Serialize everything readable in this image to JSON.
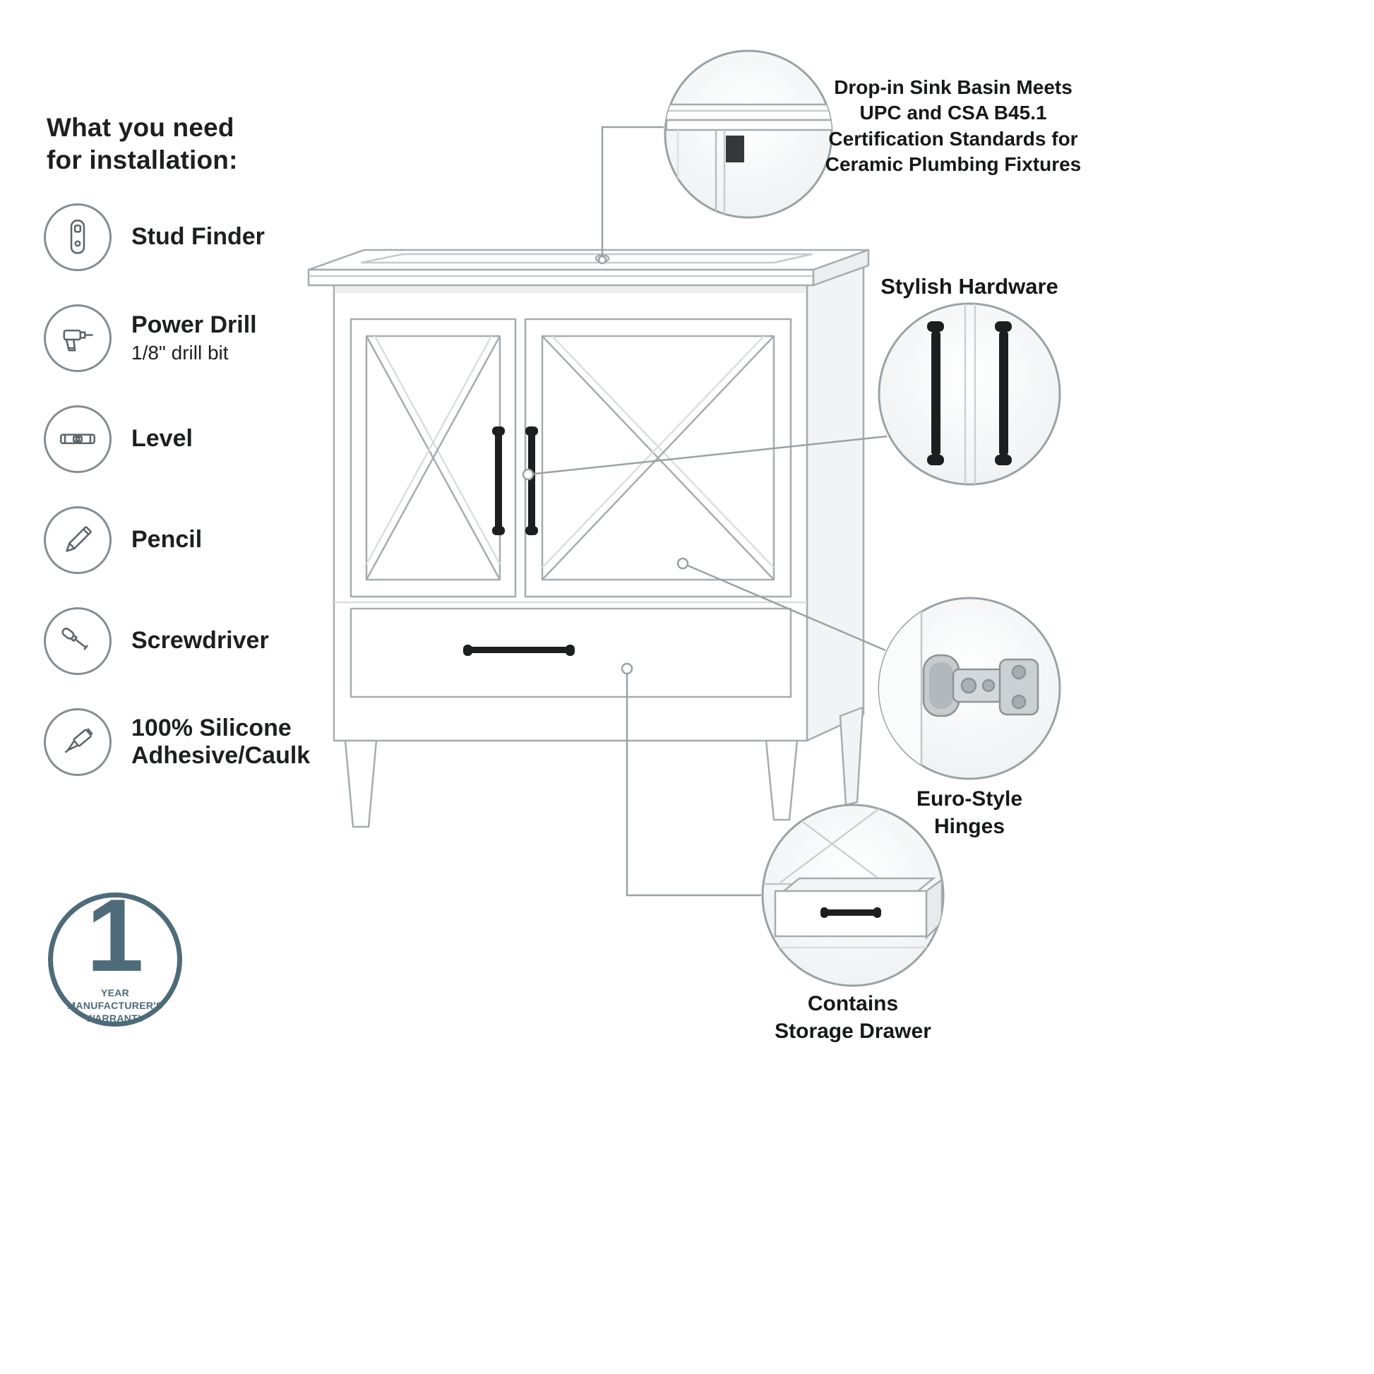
{
  "colors": {
    "accent_slate": "#4e6b79",
    "line_grey": "#9aa2a6",
    "handle_black": "#1d1e20",
    "text": "#1d1f21"
  },
  "install": {
    "heading": "What you need\nfor installation:",
    "tools": [
      {
        "name": "Stud Finder",
        "icon": "stud-finder-icon"
      },
      {
        "name": "Power Drill",
        "sub": "1/8\" drill bit",
        "icon": "power-drill-icon"
      },
      {
        "name": "Level",
        "icon": "level-icon"
      },
      {
        "name": "Pencil",
        "icon": "pencil-icon"
      },
      {
        "name": "Screwdriver",
        "icon": "screwdriver-icon"
      },
      {
        "name": "100% Silicone\nAdhesive/Caulk",
        "icon": "caulk-tube-icon"
      }
    ]
  },
  "warranty": {
    "number": "1",
    "line1": "YEAR MANUFACTURER'S",
    "line2": "WARRANTY"
  },
  "callouts": {
    "sink": {
      "text": "Drop-in Sink Basin Meets\nUPC and CSA B45.1\nCertification Standards for\nCeramic Plumbing Fixtures"
    },
    "hardware": {
      "label": "Stylish Hardware"
    },
    "hinges": {
      "label": "Euro-Style\nHinges"
    },
    "drawer": {
      "label": "Contains\nStorage Drawer"
    }
  }
}
